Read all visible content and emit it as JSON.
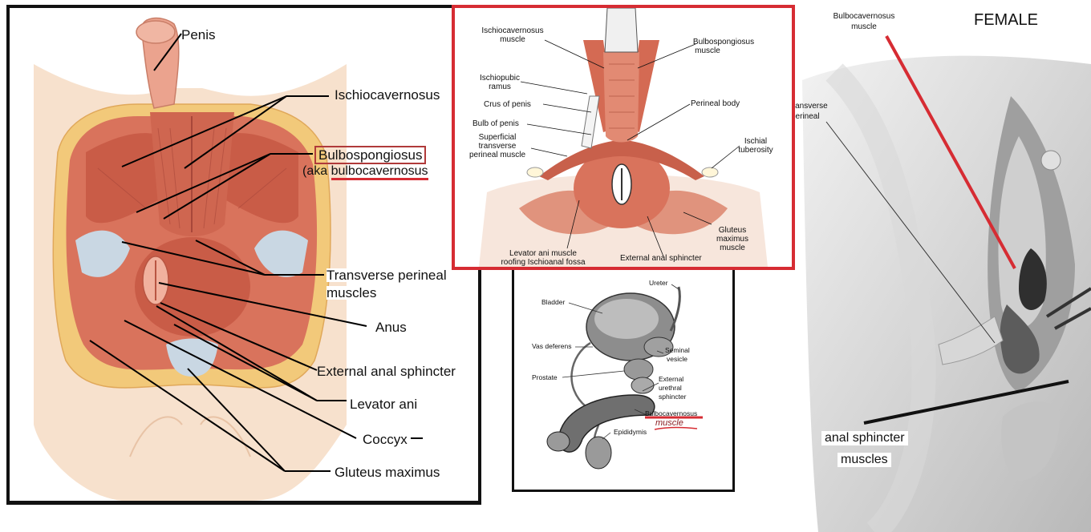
{
  "left": {
    "penis": "Penis",
    "ischiocavernosus": "Ischiocavernosus",
    "bulbospongiosus": "Bulbospongiosus",
    "aka_prefix": "(aka ",
    "aka_name": "bulbocavernosus",
    "transverse_l1": "Transverse perineal",
    "transverse_l2": "muscles",
    "anus": "Anus",
    "external_anal": "External anal sphincter",
    "levator": "Levator ani",
    "coccyx": "Coccyx",
    "gluteus": "Gluteus maximus"
  },
  "top": {
    "ischio_l1": "Ischiocavernosus",
    "ischio_l2": "muscle",
    "ischiopubic_l1": "Ischiopubic",
    "ischiopubic_l2": "ramus",
    "crus": "Crus of penis",
    "bulb": "Bulb of penis",
    "superficial_l1": "Superficial",
    "superficial_l2": "transverse",
    "superficial_l3": "perineal muscle",
    "bulbo_l1": "Bulbospongiosus",
    "bulbo_l2": "muscle",
    "perineal_body": "Perineal body",
    "ischial_l1": "Ischial",
    "ischial_l2": "tuberosity",
    "gluteus_l1": "Gluteus",
    "gluteus_l2": "maximus",
    "gluteus_l3": "muscle",
    "levator_l1": "Levator ani muscle",
    "levator_l2": "roofing Ischioanal fossa",
    "external": "External anal sphincter"
  },
  "mid": {
    "ureter": "Ureter",
    "bladder": "Bladder",
    "vas": "Vas deferens",
    "seminal_l1": "Seminal",
    "seminal_l2": "vesicle",
    "prostate": "Prostate",
    "ext_l1": "External",
    "ext_l2": "urethral",
    "ext_l3": "sphincter",
    "bulbocav": "Bulbocavernosus",
    "muscle_hand": "muscle",
    "epididymis": "Epididymis"
  },
  "right": {
    "title": "FEMALE",
    "bulbo_l1": "Bulbocavernosus",
    "bulbo_l2": "muscle",
    "transverse_l1": "Transverse",
    "transverse_l2": "perineal",
    "anal_l1": "anal sphincter",
    "anal_l2": "muscles"
  },
  "colors": {
    "muscle": "#d9735c",
    "muscle_dark": "#b84f3c",
    "fat": "#f2c97a",
    "skin": "#f7e1cd",
    "fascia": "#c9d7e3",
    "annotation_red": "#d62c33"
  }
}
